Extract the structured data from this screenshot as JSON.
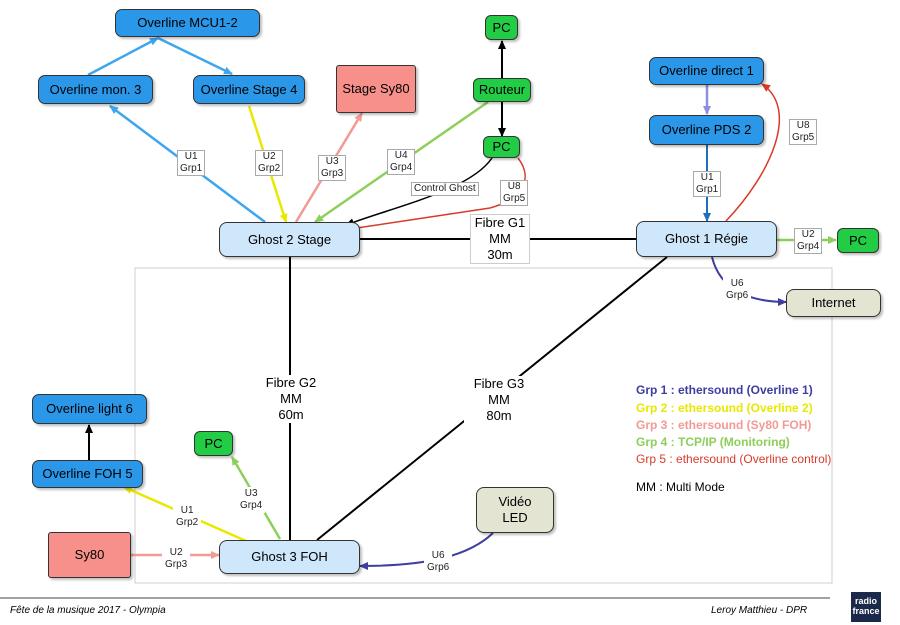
{
  "colors": {
    "grp1": "#3e3ea0",
    "grp2": "#e8e800",
    "grp3": "#f29a94",
    "grp4": "#8dcf5a",
    "grp5": "#d83a2a",
    "blue_link": "#3ea6ef",
    "black": "#000000",
    "node_blue": "#2b97e8",
    "node_green": "#22cc44",
    "node_light": "#cfe7fb",
    "node_pink": "#f7908a",
    "node_beige": "#e4e4d3"
  },
  "nodes": {
    "mcu": "Overline MCU1-2",
    "mon3": "Overline mon. 3",
    "stage4": "Overline Stage 4",
    "sy80_stage": "Stage Sy80",
    "pc_top": "PC",
    "routeur": "Routeur",
    "pc_mid": "PC",
    "ghost2": "Ghost 2 Stage",
    "ghost1": "Ghost 1 Régie",
    "direct1": "Overline direct 1",
    "pds2": "Overline PDS 2",
    "pc_right": "PC",
    "internet": "Internet",
    "light6": "Overline light 6",
    "foh5": "Overline FOH 5",
    "pc_foh": "PC",
    "sy80": "Sy80",
    "ghost3": "Ghost 3 FOH",
    "video": [
      "Vidéo",
      "LED"
    ]
  },
  "links": {
    "u1_grp1_stage": [
      "U1",
      "Grp1"
    ],
    "u2_grp2_stage": [
      "U2",
      "Grp2"
    ],
    "u3_grp3_stage": [
      "U3",
      "Grp3"
    ],
    "u4_grp4_stage": [
      "U4",
      "Grp4"
    ],
    "control_ghost": "Control Ghost",
    "u8_grp5_stage": [
      "U8",
      "Grp5"
    ],
    "u1_grp1_regie": [
      "U1",
      "Grp1"
    ],
    "u8_grp5_regie": [
      "U8",
      "Grp5"
    ],
    "u2_grp4_regie": [
      "U2",
      "Grp4"
    ],
    "u6_grp6_regie": [
      "U6",
      "Grp6"
    ],
    "u3_grp4_foh": [
      "U3",
      "Grp4"
    ],
    "u1_grp2_foh": [
      "U1",
      "Grp2"
    ],
    "u2_grp3_foh": [
      "U2",
      "Grp3"
    ],
    "u6_grp6_foh": [
      "U6",
      "Grp6"
    ]
  },
  "fibres": {
    "g1": [
      "Fibre G1",
      "MM",
      "30m"
    ],
    "g2": [
      "Fibre G2",
      "MM",
      "60m"
    ],
    "g3": [
      "Fibre G3",
      "MM",
      "80m"
    ]
  },
  "legend": [
    {
      "text": "Grp 1 : ethersound (Overline 1)",
      "color": "#3e3ea0",
      "bold": true
    },
    {
      "text": "Grp 2 : ethersound (Overline 2)",
      "color": "#e8e800",
      "bold": true
    },
    {
      "text": "Grp 3 : ethersound (Sy80 FOH)",
      "color": "#f29a94",
      "bold": true
    },
    {
      "text": "Grp 4 : TCP/IP (Monitoring)",
      "color": "#8dcf5a",
      "bold": true
    },
    {
      "text": "Grp 5 : ethersound (Overline control)",
      "color": "#d83a2a",
      "bold": false
    }
  ],
  "mm_note": "MM : Multi Mode",
  "footer": {
    "left": "Fête de la musique 2017 - Olympia",
    "right": "Leroy Matthieu - DPR",
    "logo": [
      "radio",
      "france"
    ]
  }
}
